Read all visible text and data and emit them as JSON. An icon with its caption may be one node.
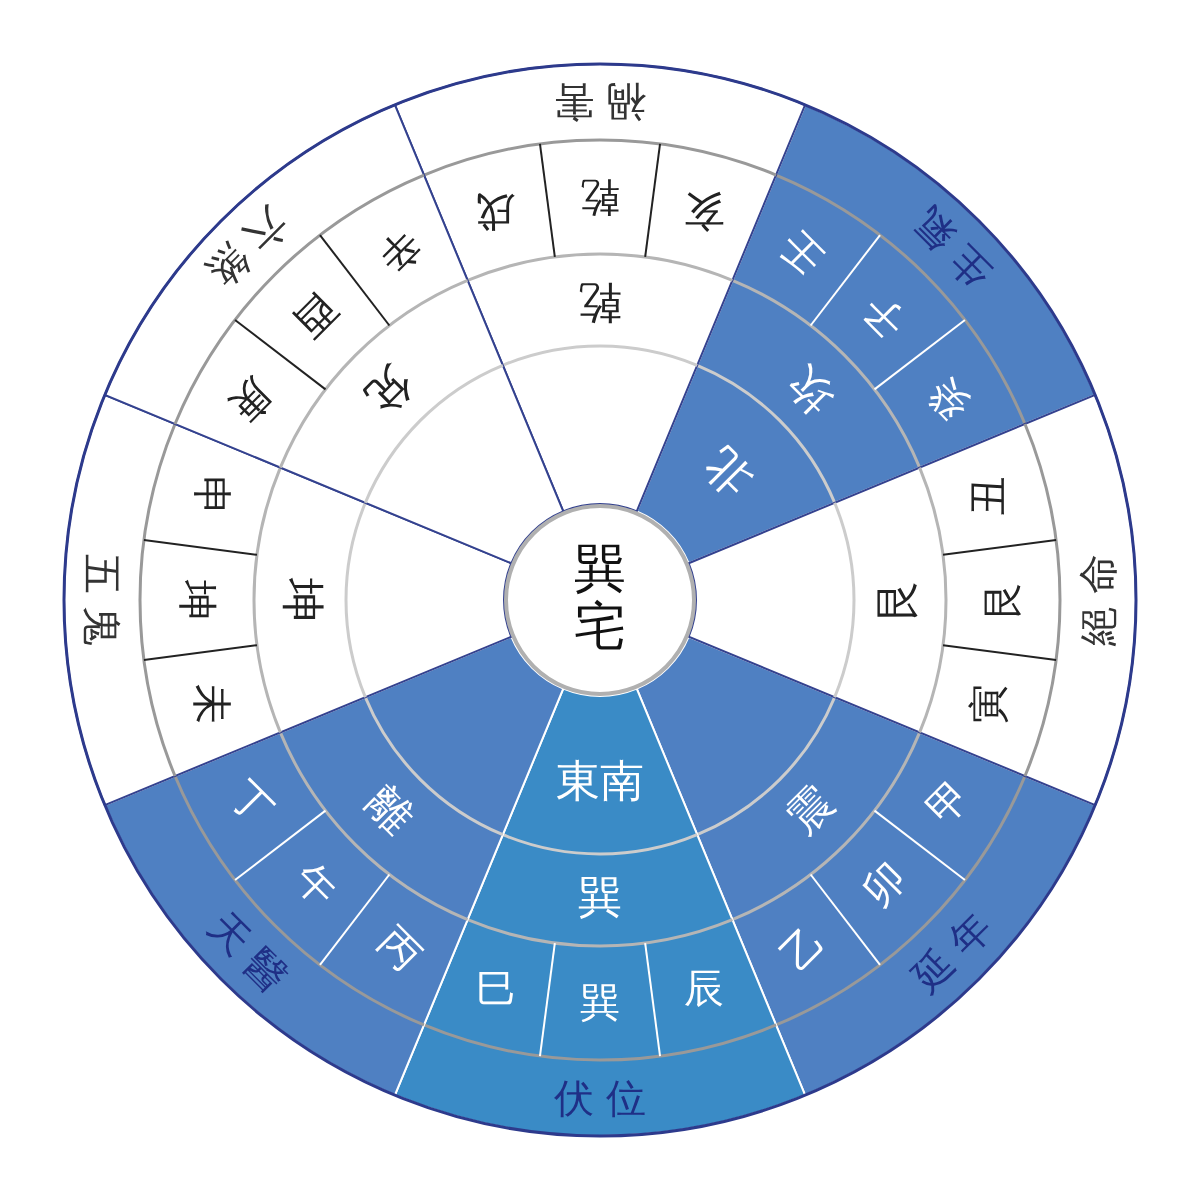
{
  "diagram": {
    "nodes": [
      {
        "text": [
          "巽宅"
        ]
      },
      {
        "text": [
          "禍害",
          "亥",
          "乾",
          "戌",
          "乾"
        ]
      },
      {
        "text": [
          "生氣",
          "癸",
          "子",
          "壬",
          "坎",
          "北"
        ]
      },
      {
        "text": [
          "絕命",
          "寅",
          "艮",
          "丑",
          "艮"
        ]
      },
      {
        "text": [
          "延年",
          "乙",
          "卯",
          "甲",
          "震"
        ]
      },
      {
        "text": [
          "伏位",
          "巳",
          "巽",
          "辰",
          "巽",
          "東南"
        ]
      },
      {
        "text": [
          "天醫",
          "丁",
          "午",
          "丙",
          "離"
        ]
      },
      {
        "text": [
          "五鬼",
          "申",
          "坤",
          "未",
          "坤"
        ]
      },
      {
        "text": [
          "六煞",
          "辛",
          "酉",
          "庚",
          "兌"
        ]
      }
    ]
  }
}
